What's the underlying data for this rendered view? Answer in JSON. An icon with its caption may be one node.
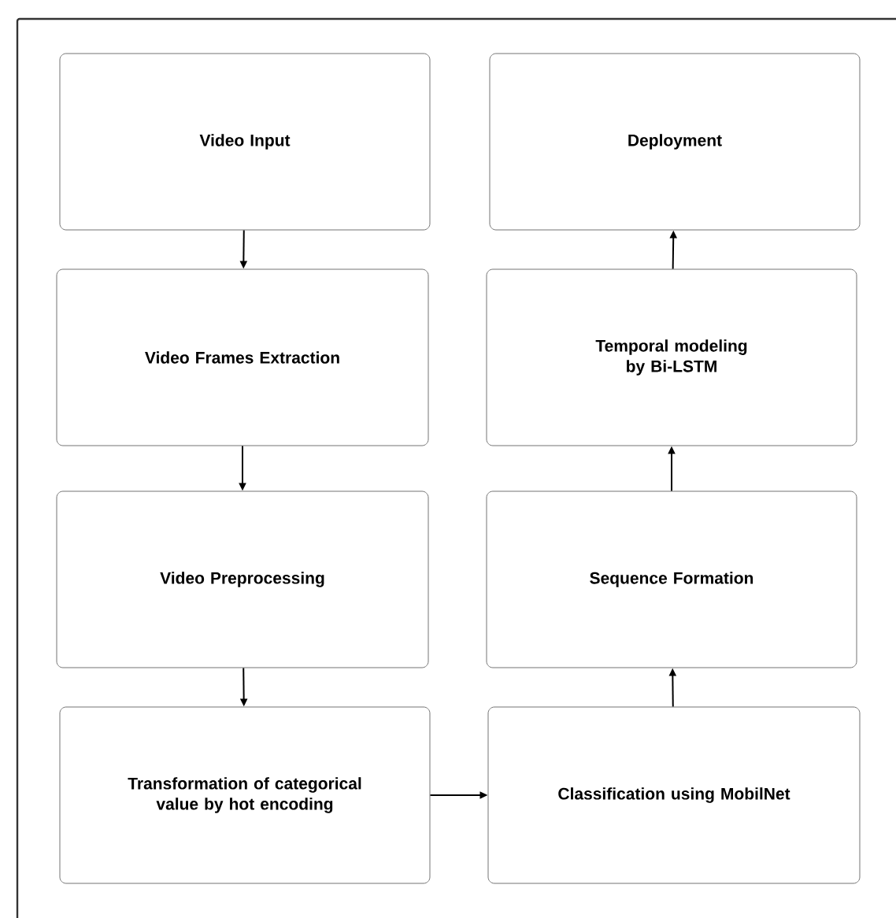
{
  "diagram": {
    "nodes": [
      {
        "text": [
          "Video Input"
        ]
      },
      {
        "text": [
          "Deployment"
        ]
      },
      {
        "text": [
          "Video Frames Extraction"
        ]
      },
      {
        "text": [
          "Temporal modeling by Bi-LSTM"
        ]
      },
      {
        "text": [
          "Video Preprocessing"
        ]
      },
      {
        "text": [
          "Sequence Formation"
        ]
      },
      {
        "text": [
          "Transformation of categorical value by hot encoding"
        ]
      },
      {
        "text": [
          "Classification using MobilNet"
        ]
      }
    ],
    "edges": [
      {
        "from": 0,
        "to": 2,
        "arrow": "to"
      },
      {
        "from": 2,
        "to": 4,
        "arrow": "to"
      },
      {
        "from": 4,
        "to": 6,
        "arrow": "to"
      },
      {
        "from": 6,
        "to": 7,
        "arrow": "to"
      },
      {
        "from": 7,
        "to": 5,
        "arrow": "to"
      },
      {
        "from": 5,
        "to": 3,
        "arrow": "to"
      },
      {
        "from": 3,
        "to": 1,
        "arrow": "to"
      }
    ]
  }
}
